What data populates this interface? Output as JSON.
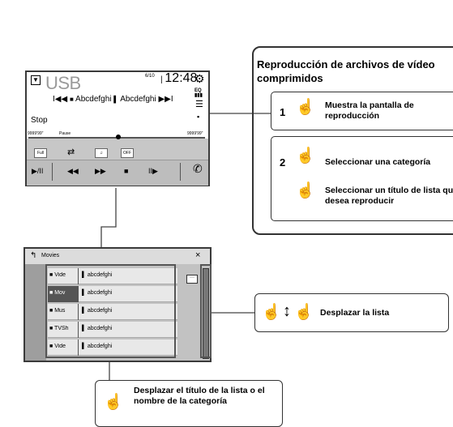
{
  "player": {
    "source": "USB",
    "menu_icon": "▼",
    "track_prev": "I◀◀",
    "track_title_1": "Abcdefghi",
    "track_title_2": "Abcdefghi",
    "track_next": "▶▶I",
    "small_label": "6/10",
    "clock": "12:48",
    "eq_label": "EQ",
    "status": "Stop",
    "time_elapsed": "9999'99\"",
    "pause_label": "Pause",
    "time_remaining": "9999'99\"",
    "chip_full": "Full",
    "chip_off": "OFF",
    "controls": [
      "▶/II",
      "◀◀",
      "▶▶",
      "■",
      "II▶"
    ]
  },
  "info": {
    "title": "Reproducción de archivos de vídeo comprimidos",
    "step1_num": "1",
    "step1_text": "Muestra la pantalla de reproducción",
    "step2_num": "2",
    "step2_a_text": "Seleccionar una categoría",
    "step2_b_text": "Seleccionar un título de lista que desea reproducir"
  },
  "list": {
    "back_icon": "↰",
    "title": "Movies",
    "close": "×",
    "more": "···",
    "rows": [
      {
        "category": "Vide",
        "item": "abcdefghi"
      },
      {
        "category": "Mov",
        "item": "abcdefghi"
      },
      {
        "category": "Mus",
        "item": "abcdefghi"
      },
      {
        "category": "TVSh",
        "item": "abcdefghi"
      },
      {
        "category": "Vide",
        "item": "abcdefghi"
      }
    ]
  },
  "callouts": {
    "scroll_text": "Desplazar la lista",
    "drag_text": "Desplazar el título de la lista o el nombre de la categoría"
  }
}
